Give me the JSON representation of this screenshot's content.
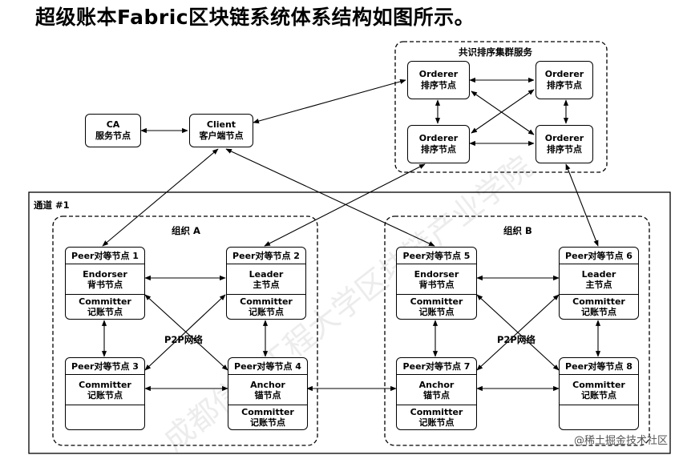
{
  "title": "超级账本Fabric区块链系统体系结构如图所示。",
  "consensus_label": "共识排序集群服务",
  "channel_label": "通道 #1",
  "org_a_label": "组织  A",
  "org_b_label": "组织  B",
  "p2p_label": "P2P网络",
  "ca": {
    "line1": "CA",
    "line2": "服务节点"
  },
  "client": {
    "line1": "Client",
    "line2": "客户端节点"
  },
  "orderer": {
    "line1": "Orderer",
    "line2": "排序节点"
  },
  "peers": [
    {
      "header": "Peer对等节点 1",
      "role_en": "Endorser",
      "role_cn": "背书节点",
      "sub_en": "Committer",
      "sub_cn": "记账节点"
    },
    {
      "header": "Peer对等节点 2",
      "role_en": "Leader",
      "role_cn": "主节点",
      "sub_en": "Committer",
      "sub_cn": "记账节点"
    },
    {
      "header": "Peer对等节点 3",
      "role_en": "Committer",
      "role_cn": "记账节点",
      "sub_en": "",
      "sub_cn": ""
    },
    {
      "header": "Peer对等节点 4",
      "role_en": "Anchor",
      "role_cn": "锚节点",
      "sub_en": "Committer",
      "sub_cn": "记账节点"
    },
    {
      "header": "Peer对等节点 5",
      "role_en": "Endorser",
      "role_cn": "背书节点",
      "sub_en": "Committer",
      "sub_cn": "记账节点"
    },
    {
      "header": "Peer对等节点 6",
      "role_en": "Leader",
      "role_cn": "主节点",
      "sub_en": "Committer",
      "sub_cn": "记账节点"
    },
    {
      "header": "Peer对等节点 7",
      "role_en": "Anchor",
      "role_cn": "锚节点",
      "sub_en": "Committer",
      "sub_cn": "记账节点"
    },
    {
      "header": "Peer对等节点 8",
      "role_en": "Committer",
      "role_cn": "记账节点",
      "sub_en": "",
      "sub_cn": ""
    }
  ],
  "watermark": "成都信息工程大学区块链产业学院",
  "credit": "@稀土掘金技术社区"
}
